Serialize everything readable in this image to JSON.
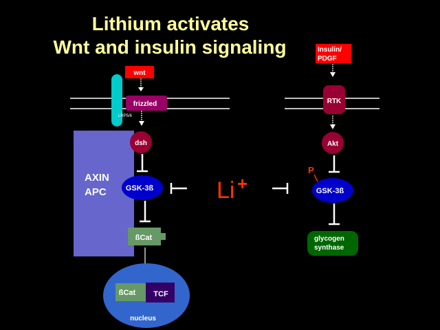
{
  "title": {
    "line1": "Lithium activates",
    "line2": "Wnt and insulin signaling"
  },
  "wnt_pathway": {
    "ligand": "wnt",
    "receptor": "frizzled",
    "coreceptor_label": "LRP5/6",
    "dsh": "dsh",
    "axin": "AXIN",
    "apc": "APC",
    "gsk": "GSK-3ß",
    "bcat": "ßCat",
    "nucleus_bcat": "ßCat",
    "tcf": "TCF",
    "nucleus": "nucleus"
  },
  "insulin_pathway": {
    "ligand_line1": "Insulin/",
    "ligand_line2": "PDGF",
    "receptor": "RTK",
    "akt": "Akt",
    "phospho": "P",
    "gsk": "GSK-3ß",
    "target_line1": "glycogen",
    "target_line2": "synthase"
  },
  "lithium": {
    "symbol": "Li",
    "charge": "+"
  },
  "colors": {
    "background": "#000000",
    "title": "#ffff99",
    "red_box": "#ff0000",
    "maroon_node": "#990033",
    "receptor": "#990066",
    "blue_node": "#0000cc",
    "axin_apc": "#6666cc",
    "bcat": "#669966",
    "tcf": "#330066",
    "nucleus": "#3366cc",
    "glycogen_synthase": "#006600",
    "lrp": "#00cccc",
    "lithium": "#ff3300",
    "text": "#ffffff"
  }
}
